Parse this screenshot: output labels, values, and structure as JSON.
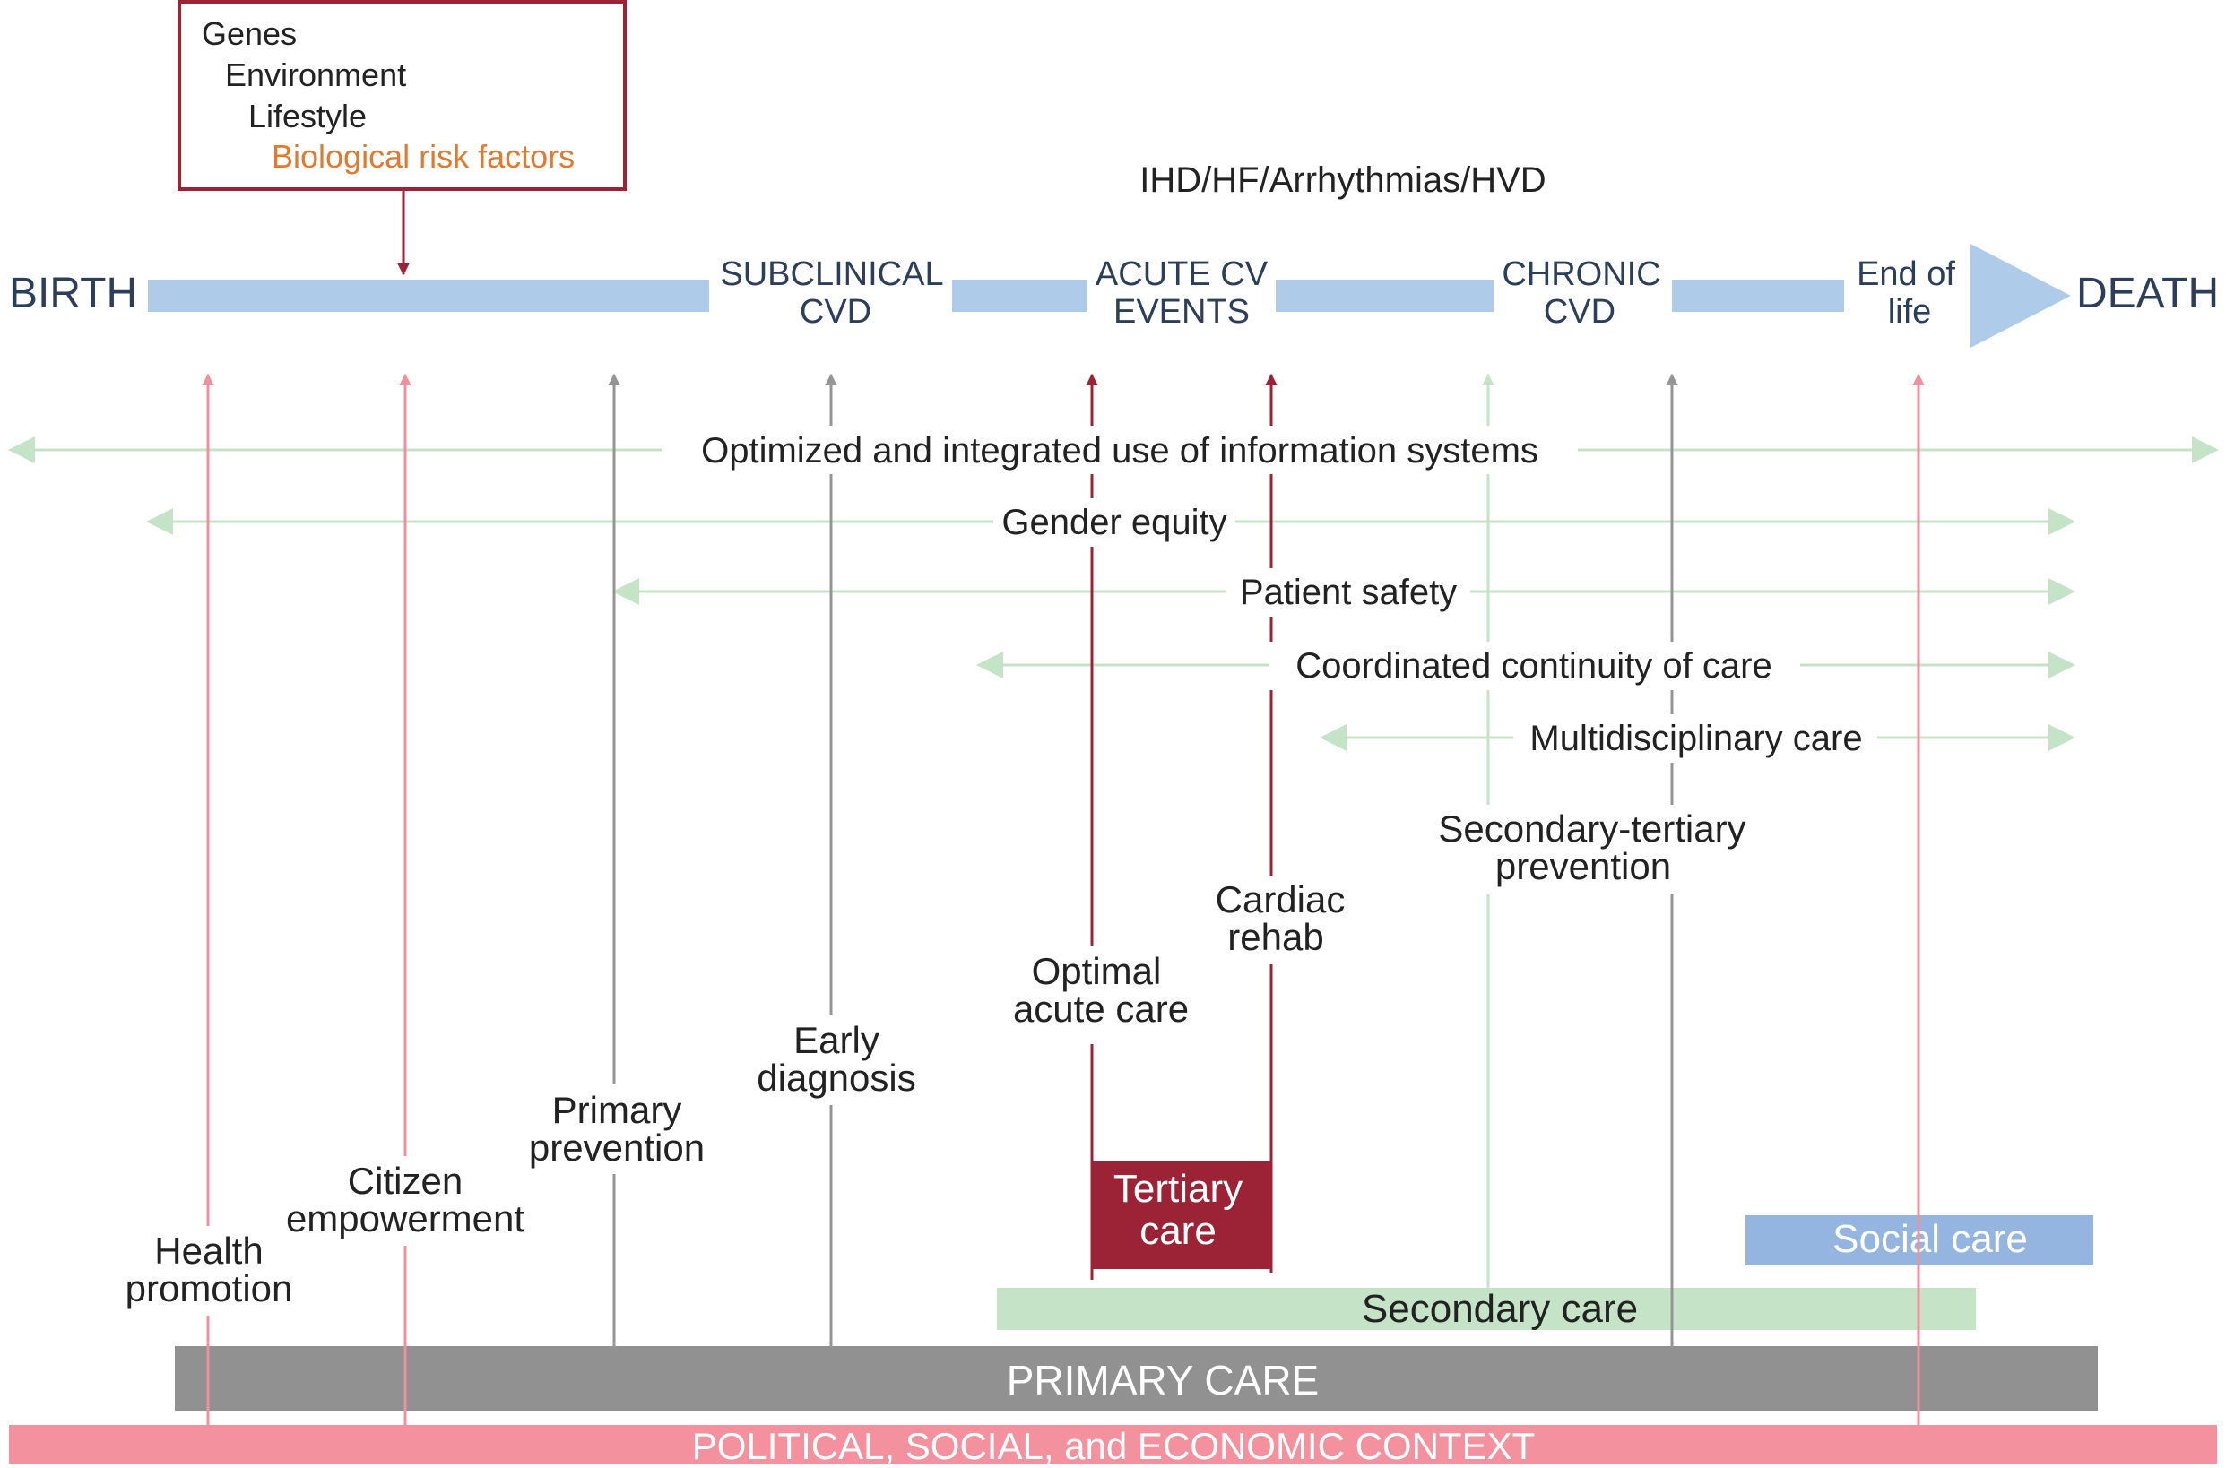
{
  "risk_box": {
    "lines": [
      "Genes",
      "Environment",
      "Lifestyle",
      "Biological risk factors"
    ]
  },
  "disease_header": "IHD/HF/Arrhythmias/HVD",
  "timeline": {
    "start": "BIRTH",
    "end": "DEATH",
    "stages": [
      [
        "SUBCLINICAL",
        "CVD"
      ],
      [
        "ACUTE CV",
        "EVENTS"
      ],
      [
        "CHRONIC",
        "CVD"
      ],
      [
        "End of",
        "life"
      ]
    ]
  },
  "cross_cutting": [
    "Optimized and integrated use of information systems",
    "Gender equity",
    "Patient safety",
    "Coordinated continuity of care",
    "Multidisciplinary care"
  ],
  "interventions": [
    [
      "Health",
      "promotion"
    ],
    [
      "Citizen",
      "empowerment"
    ],
    [
      "Primary",
      "prevention"
    ],
    [
      "Early",
      "diagnosis"
    ],
    [
      "Optimal",
      "acute care"
    ],
    [
      "Cardiac",
      "rehab"
    ],
    [
      "Secondary-tertiary",
      "prevention"
    ]
  ],
  "care_levels": {
    "tertiary": [
      "Tertiary",
      "care"
    ],
    "social": "Social care",
    "secondary": "Secondary care",
    "primary": "PRIMARY CARE",
    "context": "POLITICAL, SOCIAL, and ECONOMIC CONTEXT"
  },
  "colors": {
    "dark_red": "#9b2335",
    "pink": "#f0909e",
    "gray_arrow": "#959595",
    "light_green": "#c5e3c6",
    "light_blue": "#aecbea",
    "stage_text": "#2c3e5a",
    "orange": "#e07a30",
    "social_blue": "#93b5e0",
    "primary_gray": "#919191",
    "context_pink": "#f3919e"
  }
}
